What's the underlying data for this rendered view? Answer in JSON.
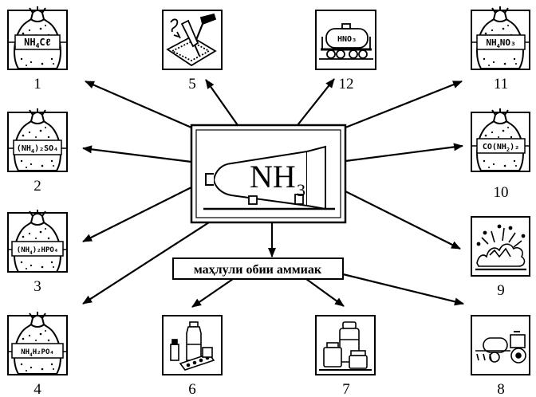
{
  "center": {
    "formula_main": "NH",
    "formula_sub": "3"
  },
  "solution_label": "маҳлули обии аммиак",
  "items": [
    {
      "number": "1",
      "label": "NH",
      "sub": "4",
      "rest": "Cℓ",
      "depicts": "fertilizer-sack"
    },
    {
      "number": "2",
      "label": "(NH",
      "sub": "4",
      "rest": ")₂SO₄",
      "depicts": "fertilizer-sack"
    },
    {
      "number": "3",
      "label": "(NH",
      "sub": "4",
      "rest": ")₂HPO₄",
      "depicts": "fertilizer-sack"
    },
    {
      "number": "4",
      "label": "NH",
      "sub": "4",
      "rest": "H₂PO₄",
      "depicts": "fertilizer-sack"
    },
    {
      "number": "5",
      "label": "",
      "depicts": "soldering"
    },
    {
      "number": "6",
      "label": "",
      "depicts": "medicines"
    },
    {
      "number": "7",
      "label": "",
      "depicts": "cosmetics-jars"
    },
    {
      "number": "8",
      "label": "",
      "depicts": "tractor-sprayer"
    },
    {
      "number": "9",
      "label": "",
      "depicts": "explosion"
    },
    {
      "number": "10",
      "label": "CO(NH",
      "sub": "2",
      "rest": ")₂",
      "depicts": "fertilizer-sack"
    },
    {
      "number": "11",
      "label": "NH",
      "sub": "4",
      "rest": "NO₃",
      "depicts": "fertilizer-sack"
    },
    {
      "number": "12",
      "label": "HNO₃",
      "depicts": "rail-tank-car"
    }
  ]
}
